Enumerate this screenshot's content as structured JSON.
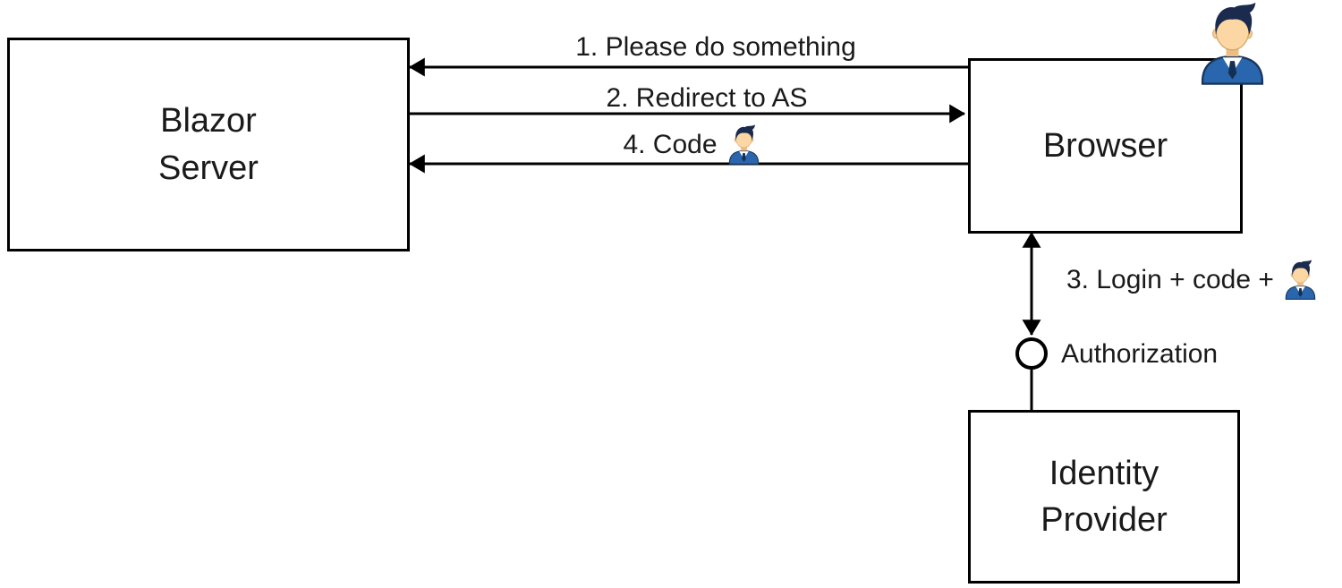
{
  "nodes": {
    "blazor_server": {
      "line1": "Blazor",
      "line2": "Server"
    },
    "browser": {
      "label": "Browser",
      "icon": "user-icon"
    },
    "identity_provider": {
      "line1": "Identity",
      "line2": "Provider"
    }
  },
  "edges": {
    "step1": {
      "label": "1. Please do something",
      "from": "browser",
      "to": "blazor_server",
      "style": "arrow-left"
    },
    "step2": {
      "label": "2. Redirect to AS",
      "from": "blazor_server",
      "to": "browser",
      "style": "arrow-right"
    },
    "step3": {
      "label": "3. Login + code +",
      "icon": "user-icon",
      "from": "browser",
      "to": "authorization_endpoint",
      "style": "arrow-both"
    },
    "step4": {
      "label": "4. Code",
      "icon": "user-icon",
      "from": "browser",
      "to": "blazor_server",
      "style": "arrow-left"
    },
    "auth_endpoint": {
      "label": "Authorization",
      "symbol": "lollipop-circle"
    }
  },
  "colors": {
    "line": "#000000",
    "box_border": "#000000",
    "background": "#ffffff",
    "text": "#1a1a1a",
    "user_suit": "#2a66ae",
    "user_hair": "#1b2b4d",
    "user_skin": "#fcd7a3"
  }
}
